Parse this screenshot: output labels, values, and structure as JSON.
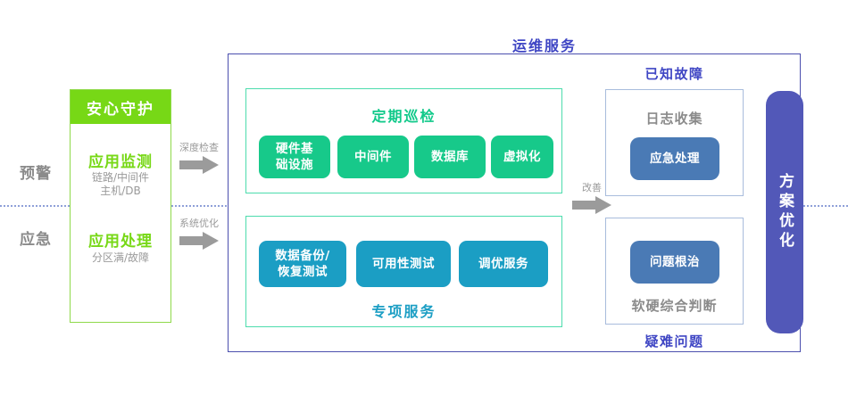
{
  "diagram": {
    "main_title": "运维服务",
    "stages": [
      {
        "label": "预警"
      },
      {
        "label": "应急"
      }
    ],
    "guard": {
      "header": "安心守护",
      "blocks": [
        {
          "title": "应用监测",
          "sub_line1": "链路/中间件",
          "sub_line2": "主机/DB"
        },
        {
          "title": "应用处理",
          "sub_line1": "分区满/故障",
          "sub_line2": ""
        }
      ]
    },
    "arrows": [
      {
        "label": "深度检查"
      },
      {
        "label": "系统优化"
      },
      {
        "label": "改善"
      }
    ],
    "inspection_panel": {
      "title": "定期巡检",
      "items": [
        {
          "label": "硬件基础设施",
          "line1": "硬件基",
          "line2": "础设施"
        },
        {
          "label": "中间件",
          "line1": "中间件",
          "line2": ""
        },
        {
          "label": "数据库",
          "line1": "数据库",
          "line2": ""
        },
        {
          "label": "虚拟化",
          "line1": "虚拟化",
          "line2": ""
        }
      ]
    },
    "special_panel": {
      "title": "专项服务",
      "items": [
        {
          "label": "数据备份/恢复测试",
          "line1": "数据备份/",
          "line2": "恢复测试"
        },
        {
          "label": "可用性测试",
          "line1": "可用性测试",
          "line2": ""
        },
        {
          "label": "调优服务",
          "line1": "调优服务",
          "line2": ""
        }
      ]
    },
    "known_fault": {
      "section_title": "已知故障",
      "caption": "日志收集",
      "action": "应急处理"
    },
    "hard_problem": {
      "section_title": "疑难问题",
      "caption": "软硬综合判断",
      "action": "问题根治"
    },
    "outcome_bar": {
      "text": "方案优化"
    },
    "colors": {
      "bright_green": "#77d816",
      "teal_green": "#17c98a",
      "cyan_blue": "#1b9ec4",
      "steel_blue": "#4a7ab5",
      "indigo": "#4b4fae",
      "purple_bar": "#5258b8",
      "gray_text": "#8b8b8b"
    }
  }
}
